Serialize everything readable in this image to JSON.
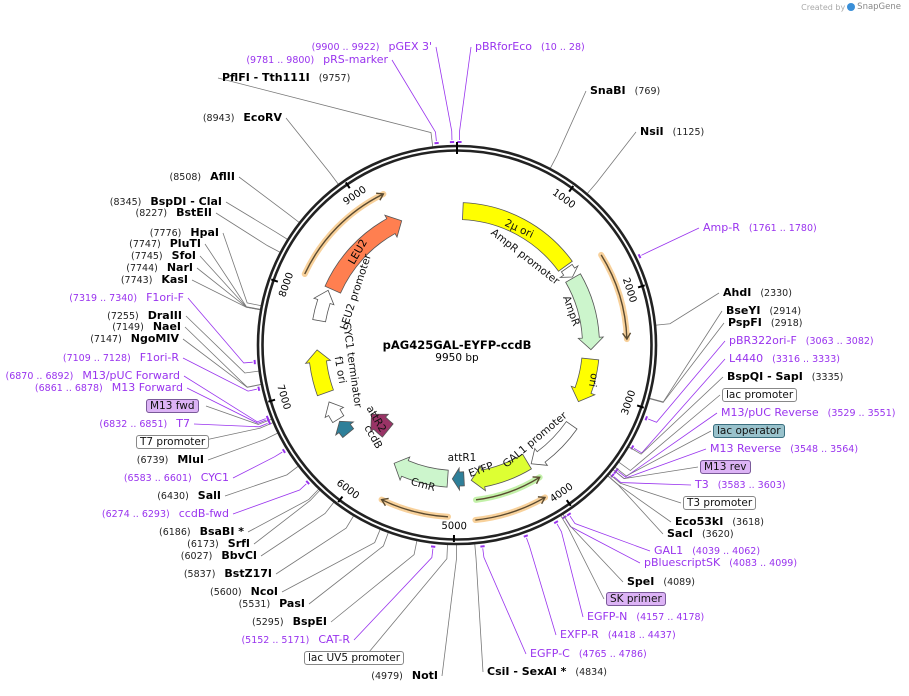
{
  "watermark": {
    "prefix": "Created by",
    "brand": "SnapGene"
  },
  "map": {
    "name": "pAG425GAL-EYFP-ccdB",
    "length": "9950 bp",
    "ticks": [
      "1000",
      "2000",
      "3000",
      "4000",
      "5000",
      "6000",
      "7000",
      "8000",
      "9000"
    ]
  },
  "features": [
    {
      "label": "2µ ori",
      "color": "#ffff00"
    },
    {
      "label": "AmpR promoter",
      "color": "#ffffff"
    },
    {
      "label": "AmpR",
      "color": "#ccf5cc"
    },
    {
      "label": "ori",
      "color": "#ffff00"
    },
    {
      "label": "GAL1 promoter",
      "color": "#ffffff"
    },
    {
      "label": "EYFP",
      "color": "#ddff33"
    },
    {
      "label": "attR1",
      "color": "#2e7f99"
    },
    {
      "label": "CmR",
      "color": "#ccf5cc"
    },
    {
      "label": "ccdB",
      "color": "#993366"
    },
    {
      "label": "attR2",
      "color": "#2e7f99"
    },
    {
      "label": "CYC1 terminator",
      "color": "#ffffff"
    },
    {
      "label": "f1 ori",
      "color": "#ffff00"
    },
    {
      "label": "LEU2 promoter",
      "color": "#ffffff"
    },
    {
      "label": "LEU2",
      "color": "#ff7f50"
    }
  ],
  "labels": [
    {
      "type": "primer",
      "name": "pGEX 3'",
      "pos": "(9900 .. 9922)"
    },
    {
      "type": "primer",
      "name": "pRS-marker",
      "pos": "(9781 .. 9800)"
    },
    {
      "type": "enzyme",
      "name": "PflFI   -  Tth111I",
      "pos": "(9757)"
    },
    {
      "type": "primer",
      "name": "pBRforEco",
      "pos": "(10 .. 28)"
    },
    {
      "type": "enzyme",
      "name": "SnaBI",
      "pos": "(769)"
    },
    {
      "type": "enzyme",
      "name": "NsiI",
      "pos": "(1125)"
    },
    {
      "type": "primer",
      "name": "Amp-R",
      "pos": "(1761 .. 1780)"
    },
    {
      "type": "enzyme",
      "name": "AhdI",
      "pos": "(2330)"
    },
    {
      "type": "enzyme",
      "name": "BseYI",
      "pos": "(2914)"
    },
    {
      "type": "enzyme",
      "name": "PspFI",
      "pos": "(2918)"
    },
    {
      "type": "primer",
      "name": "pBR322ori-F",
      "pos": "(3063 .. 3082)"
    },
    {
      "type": "primer",
      "name": "L4440",
      "pos": "(3316 .. 3333)"
    },
    {
      "type": "enzyme",
      "name": "BspQI   -  SapI",
      "pos": "(3335)"
    },
    {
      "type": "feature",
      "name": "lac promoter",
      "color": "#ffffff"
    },
    {
      "type": "primer",
      "name": "M13/pUC Reverse",
      "pos": "(3529 .. 3551)"
    },
    {
      "type": "feature",
      "name": "lac operator",
      "color": "#99c2cc"
    },
    {
      "type": "primer",
      "name": "M13 Reverse",
      "pos": "(3548 .. 3564)"
    },
    {
      "type": "feature",
      "name": "M13 rev",
      "color": "#dcb3f5"
    },
    {
      "type": "primer",
      "name": "T3",
      "pos": "(3583 .. 3603)"
    },
    {
      "type": "feature",
      "name": "T3 promoter",
      "color": "#ffffff"
    },
    {
      "type": "enzyme",
      "name": "Eco53kI",
      "pos": "(3618)"
    },
    {
      "type": "enzyme",
      "name": "SacI",
      "pos": "(3620)"
    },
    {
      "type": "primer",
      "name": "GAL1",
      "pos": "(4039 .. 4062)"
    },
    {
      "type": "primer",
      "name": "pBluescriptSK",
      "pos": "(4083 .. 4099)"
    },
    {
      "type": "enzyme",
      "name": "SpeI",
      "pos": "(4089)"
    },
    {
      "type": "feature",
      "name": "SK primer",
      "color": "#dcb3f5"
    },
    {
      "type": "primer",
      "name": "EGFP-N",
      "pos": "(4157 .. 4178)"
    },
    {
      "type": "primer",
      "name": "EXFP-R",
      "pos": "(4418 .. 4437)"
    },
    {
      "type": "primer",
      "name": "EGFP-C",
      "pos": "(4765 .. 4786)"
    },
    {
      "type": "enzyme",
      "name": "CsiI   -  SexAI *",
      "pos": "(4834)"
    },
    {
      "type": "enzyme",
      "name": "NotI",
      "pos": "(4979)"
    },
    {
      "type": "feature",
      "name": "lac UV5 promoter",
      "color": "#ffffff"
    },
    {
      "type": "primer",
      "name": "CAT-R",
      "pos": "(5152 .. 5171)"
    },
    {
      "type": "enzyme",
      "name": "BspEI",
      "pos": "(5295)"
    },
    {
      "type": "enzyme",
      "name": "PasI",
      "pos": "(5531)"
    },
    {
      "type": "enzyme",
      "name": "NcoI",
      "pos": "(5600)"
    },
    {
      "type": "enzyme",
      "name": "BstZ17I",
      "pos": "(5837)"
    },
    {
      "type": "enzyme",
      "name": "BbvCI",
      "pos": "(6027)"
    },
    {
      "type": "enzyme",
      "name": "SrfI",
      "pos": "(6173)"
    },
    {
      "type": "enzyme",
      "name": "BsaBI *",
      "pos": "(6186)"
    },
    {
      "type": "primer",
      "name": "ccdB-fwd",
      "pos": "(6274 .. 6293)"
    },
    {
      "type": "enzyme",
      "name": "SalI",
      "pos": "(6430)"
    },
    {
      "type": "primer",
      "name": "CYC1",
      "pos": "(6583 .. 6601)"
    },
    {
      "type": "enzyme",
      "name": "MluI",
      "pos": "(6739)"
    },
    {
      "type": "feature",
      "name": "T7 promoter",
      "color": "#ffffff"
    },
    {
      "type": "primer",
      "name": "T7",
      "pos": "(6832 .. 6851)"
    },
    {
      "type": "feature",
      "name": "M13 fwd",
      "color": "#dcb3f5"
    },
    {
      "type": "primer",
      "name": "M13 Forward",
      "pos": "(6861 .. 6878)"
    },
    {
      "type": "primer",
      "name": "M13/pUC Forward",
      "pos": "(6870 .. 6892)"
    },
    {
      "type": "primer",
      "name": "F1ori-R",
      "pos": "(7109 .. 7128)"
    },
    {
      "type": "enzyme",
      "name": "NgoMIV",
      "pos": "(7147)"
    },
    {
      "type": "enzyme",
      "name": "NaeI",
      "pos": "(7149)"
    },
    {
      "type": "enzyme",
      "name": "DraIII",
      "pos": "(7255)"
    },
    {
      "type": "primer",
      "name": "F1ori-F",
      "pos": "(7319 .. 7340)"
    },
    {
      "type": "enzyme",
      "name": "KasI",
      "pos": "(7743)"
    },
    {
      "type": "enzyme",
      "name": "NarI",
      "pos": "(7744)"
    },
    {
      "type": "enzyme",
      "name": "SfoI",
      "pos": "(7745)"
    },
    {
      "type": "enzyme",
      "name": "PluTI",
      "pos": "(7747)"
    },
    {
      "type": "enzyme",
      "name": "HpaI",
      "pos": "(7776)"
    },
    {
      "type": "enzyme",
      "name": "BstEII",
      "pos": "(8227)"
    },
    {
      "type": "enzyme",
      "name": "BspDI   -  ClaI",
      "pos": "(8345)"
    },
    {
      "type": "enzyme",
      "name": "AflII",
      "pos": "(8508)"
    },
    {
      "type": "enzyme",
      "name": "EcoRV",
      "pos": "(8943)"
    }
  ]
}
